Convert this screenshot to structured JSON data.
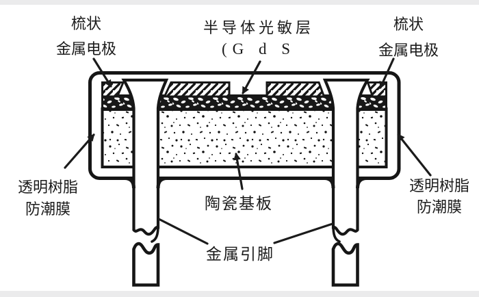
{
  "diagram": {
    "description": "photoresistor-structure-cross-section",
    "labels": {
      "electrode_left": {
        "line1": "梳状",
        "line2": "金属电极"
      },
      "photo_layer": {
        "line1": "半导体光敏层",
        "line2": "(G d S"
      },
      "electrode_right": {
        "line1": "梳状",
        "line2": "金属电极"
      },
      "resin_left": {
        "line1": "透明树脂",
        "line2": "防潮膜"
      },
      "resin_right": {
        "line1": "透明树脂",
        "line2": "防潮膜"
      },
      "ceramic": "陶瓷基板",
      "pins": "金属引脚"
    },
    "colors": {
      "ink": "#1b1b1b",
      "background": "#ffffff",
      "frame_strip": "#ebebec"
    }
  }
}
